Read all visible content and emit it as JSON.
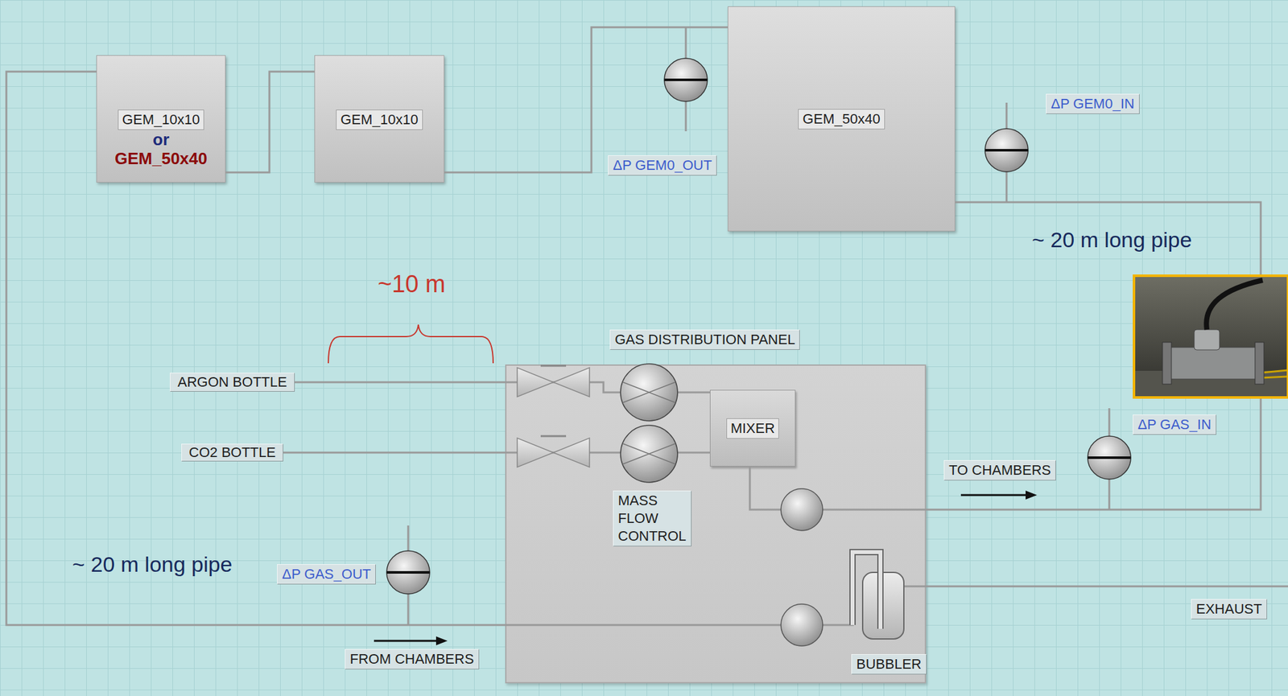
{
  "diagram": {
    "nodes": [
      {
        "text": [
          "GEM_10x10",
          "or",
          "GEM_50x40"
        ]
      },
      {
        "text": [
          "GEM_10x10"
        ]
      },
      {
        "text": [
          "GEM_50x40"
        ]
      },
      {
        "text": [
          "ARGON BOTTLE"
        ]
      },
      {
        "text": [
          "CO2 BOTTLE"
        ]
      },
      {
        "text": [
          "GAS DISTRIBUTION PANEL"
        ]
      },
      {
        "text": [
          "MIXER"
        ],
        "in": 5
      }
    ],
    "edges": [
      {
        "from": 6,
        "to": 2,
        "arrow": "none"
      },
      {
        "from": 2,
        "to": 1,
        "arrow": "none"
      },
      {
        "from": 1,
        "to": 0,
        "arrow": "none"
      },
      {
        "from": 0,
        "to": 5,
        "arrow": "none"
      },
      {
        "from": 3,
        "to": 6,
        "arrow": "none"
      },
      {
        "from": 4,
        "to": 6,
        "arrow": "none"
      }
    ],
    "labels": [
      "~10 m",
      "ΔP GEM0_OUT",
      "ΔP GEM0_IN",
      "~ 20 m long pipe",
      "ΔP GAS_IN",
      "TO CHAMBERS",
      "MASS FLOW CONTROL",
      "EXHAUST",
      "~ 20 m long pipe",
      "ΔP GAS_OUT",
      "FROM CHAMBERS",
      "BUBBLER"
    ]
  }
}
